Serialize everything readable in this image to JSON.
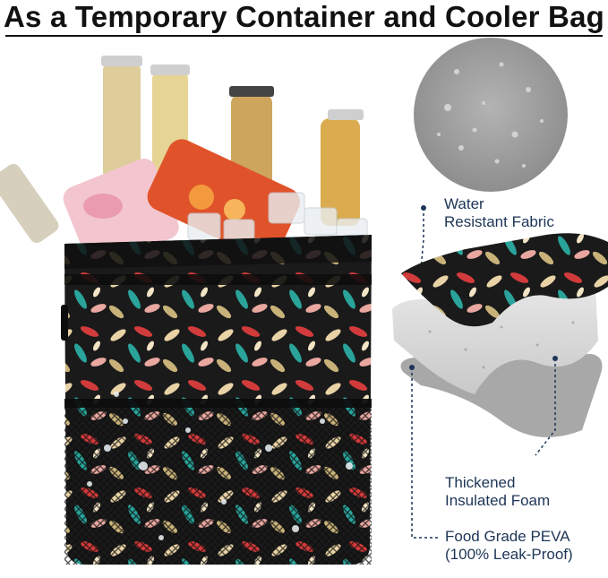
{
  "header": {
    "title": "As a Temporary Container and Cooler Bag"
  },
  "layers": [
    {
      "line1": "Water",
      "line2": "Resistant Fabric"
    },
    {
      "line1": "Thickened",
      "line2": "Insulated Foam"
    },
    {
      "line1": "Food Grade PEVA",
      "line2": "(100% Leak-Proof)"
    }
  ],
  "colors": {
    "label_text": "#1d3557",
    "foam": "#d6d6d6",
    "peva": "#a9a9a9",
    "bag_body": "#1a1a1a"
  }
}
